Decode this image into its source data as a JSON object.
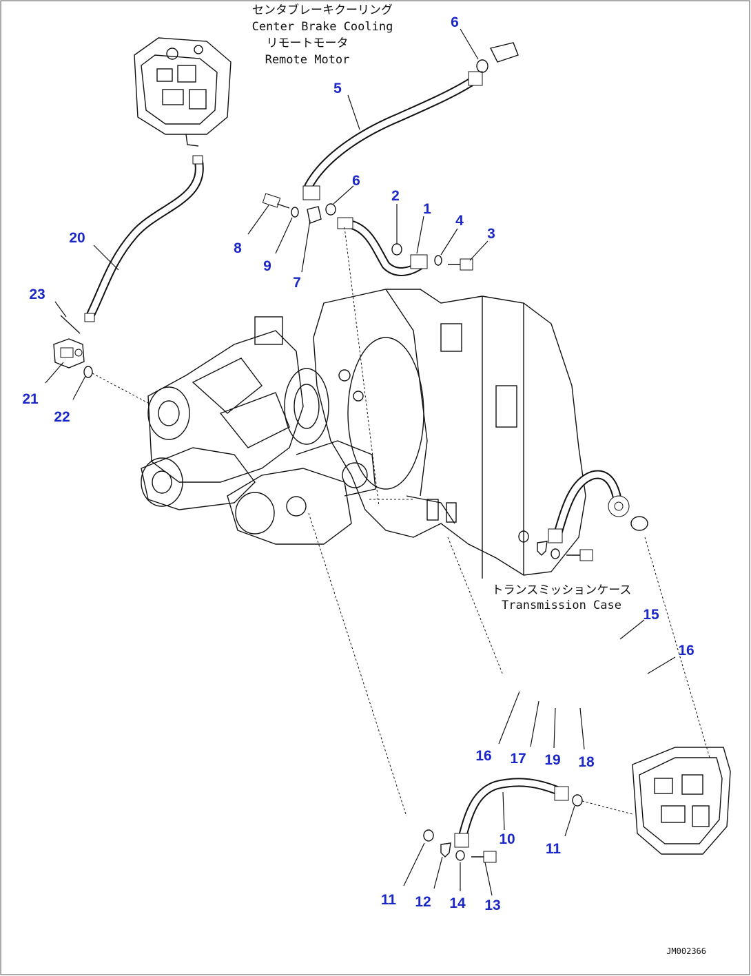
{
  "captions": {
    "center_brake_cooling_ja": "センタブレーキクーリング",
    "center_brake_cooling_en": "Center Brake Cooling",
    "remote_motor_ja": "リモートモータ",
    "remote_motor_en": "Remote Motor",
    "transmission_case_ja": "トランスミッションケース",
    "transmission_case_en": "Transmission Case"
  },
  "drawing_code": "JM002366",
  "callouts": [
    {
      "id": "c1",
      "label": "1"
    },
    {
      "id": "c2",
      "label": "2"
    },
    {
      "id": "c3",
      "label": "3"
    },
    {
      "id": "c4",
      "label": "4"
    },
    {
      "id": "c5",
      "label": "5"
    },
    {
      "id": "c6a",
      "label": "6"
    },
    {
      "id": "c6b",
      "label": "6"
    },
    {
      "id": "c7",
      "label": "7"
    },
    {
      "id": "c8",
      "label": "8"
    },
    {
      "id": "c9",
      "label": "9"
    },
    {
      "id": "c10",
      "label": "10"
    },
    {
      "id": "c11a",
      "label": "11"
    },
    {
      "id": "c11b",
      "label": "11"
    },
    {
      "id": "c12",
      "label": "12"
    },
    {
      "id": "c13",
      "label": "13"
    },
    {
      "id": "c14",
      "label": "14"
    },
    {
      "id": "c15",
      "label": "15"
    },
    {
      "id": "c16a",
      "label": "16"
    },
    {
      "id": "c16b",
      "label": "16"
    },
    {
      "id": "c17",
      "label": "17"
    },
    {
      "id": "c18",
      "label": "18"
    },
    {
      "id": "c19",
      "label": "19"
    },
    {
      "id": "c20",
      "label": "20"
    },
    {
      "id": "c21",
      "label": "21"
    },
    {
      "id": "c22",
      "label": "22"
    },
    {
      "id": "c23",
      "label": "23"
    }
  ]
}
